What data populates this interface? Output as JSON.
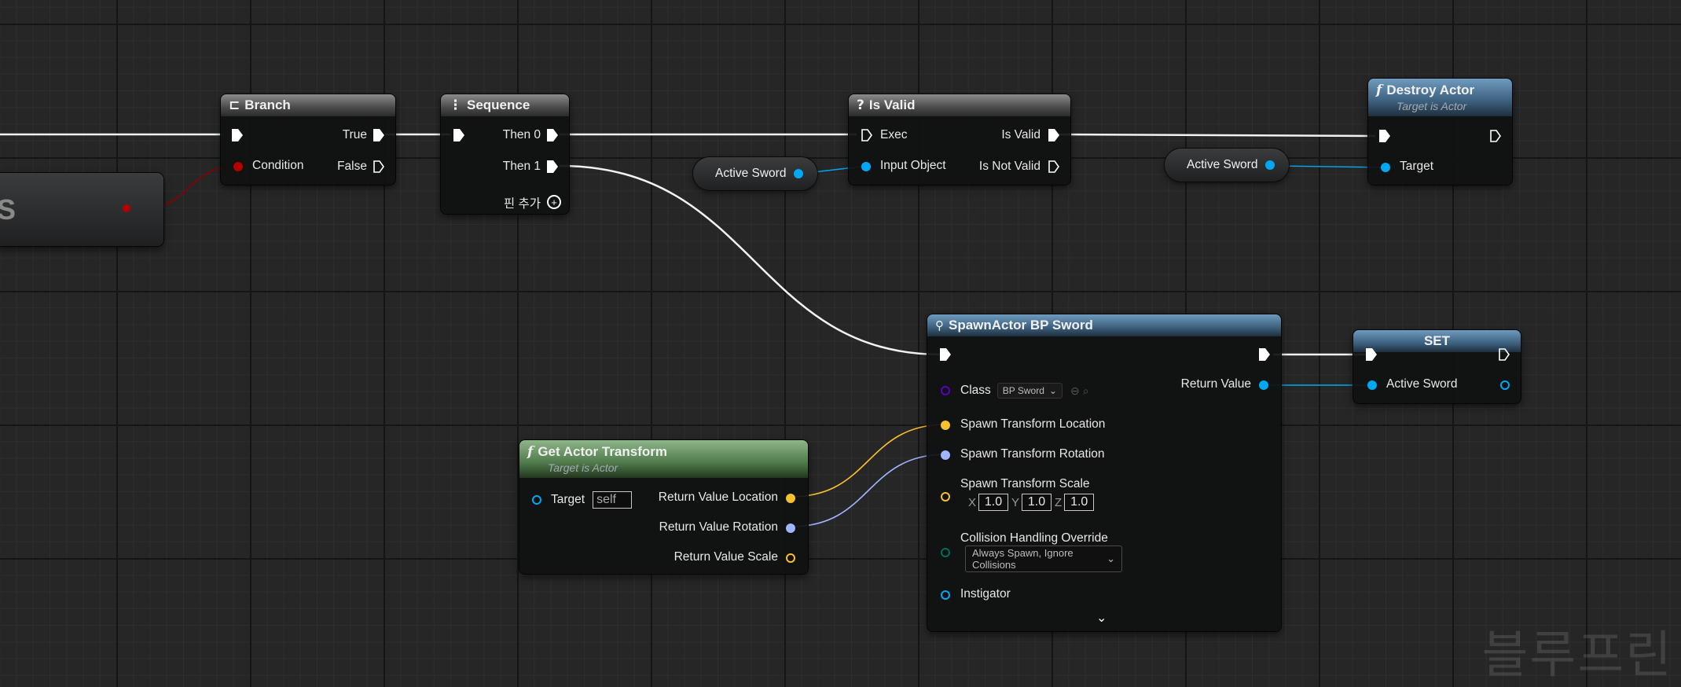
{
  "branch": {
    "title": "Branch",
    "true_label": "True",
    "condition_label": "Condition",
    "false_label": "False"
  },
  "sequence": {
    "title": "Sequence",
    "then0": "Then 0",
    "then1": "Then 1",
    "add_pin": "핀 추가"
  },
  "is_valid": {
    "title": "Is Valid",
    "exec": "Exec",
    "input_object": "Input Object",
    "is_valid_out": "Is Valid",
    "is_not_valid": "Is Not Valid"
  },
  "var_active_sword_1": {
    "label": "Active Sword"
  },
  "var_active_sword_2": {
    "label": "Active Sword"
  },
  "destroy_actor": {
    "title": "Destroy Actor",
    "subtitle": "Target is Actor",
    "target": "Target"
  },
  "spawn_actor": {
    "title": "SpawnActor BP Sword",
    "class_label": "Class",
    "class_value": "BP Sword",
    "return_value": "Return Value",
    "loc": "Spawn Transform Location",
    "rot": "Spawn Transform Rotation",
    "scale": "Spawn Transform Scale",
    "scale_x_label": "X",
    "scale_x": "1.0",
    "scale_y_label": "Y",
    "scale_y": "1.0",
    "scale_z_label": "Z",
    "scale_z": "1.0",
    "collision_label": "Collision Handling Override",
    "collision_value": "Always Spawn, Ignore Collisions",
    "instigator": "Instigator"
  },
  "set_node": {
    "title": "SET",
    "active_sword": "Active Sword"
  },
  "get_actor_transform": {
    "title": "Get Actor Transform",
    "subtitle": "Target is Actor",
    "target": "Target",
    "target_value": "self",
    "ret_loc": "Return Value Location",
    "ret_rot": "Return Value Rotation",
    "ret_scale": "Return Value Scale"
  },
  "left_node": {
    "label": "S"
  },
  "watermark": "블루프린",
  "colors": {
    "exec": "#ffffff",
    "object": "#00a8f4",
    "vector": "#f7c02d",
    "rotator": "#a0b4ff",
    "bool": "#b50000",
    "class": "#5b00c2",
    "enum": "#006b5e"
  }
}
